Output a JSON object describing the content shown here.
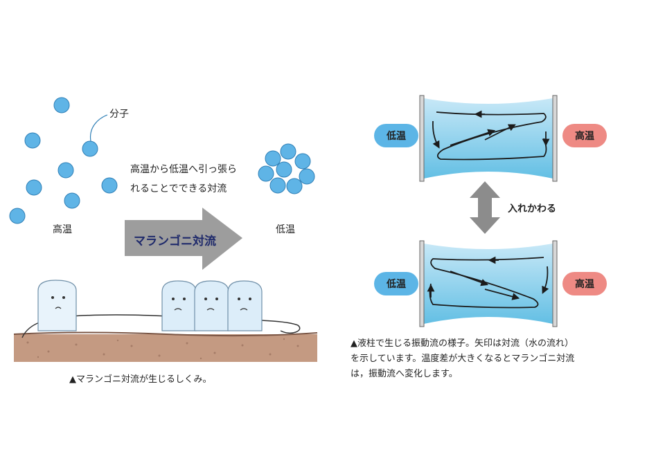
{
  "left": {
    "molecule_label": "分子",
    "high_temp_label": "高温",
    "low_temp_label": "低温",
    "description_line1": "高温から低温へ引っ張ら",
    "description_line2": "れることでできる対流",
    "arrow_label": "マランゴニ対流",
    "caption": "▲マランゴニ対流が生じるしくみ。"
  },
  "right": {
    "top_panel": {
      "left_label": "低温",
      "right_label": "高温"
    },
    "bottom_panel": {
      "left_label": "低温",
      "right_label": "高温"
    },
    "swap_label": "入れかわる",
    "caption_line1": "▲液柱で生じる振動流の様子。矢印は対流（水の流れ）",
    "caption_line2": "を示しています。温度差が大きくなるとマランゴニ対流",
    "caption_line3": "は，振動流へ変化します。"
  },
  "colors": {
    "molecule": "#5fb4e6",
    "cold": "#5cb5e6",
    "hot": "#ee8a84",
    "liquid_top": "#bfe3f5",
    "liquid_bottom": "#6cc2e6",
    "arrow_gray": "#8c8c8c",
    "soil": "#b98c74"
  }
}
